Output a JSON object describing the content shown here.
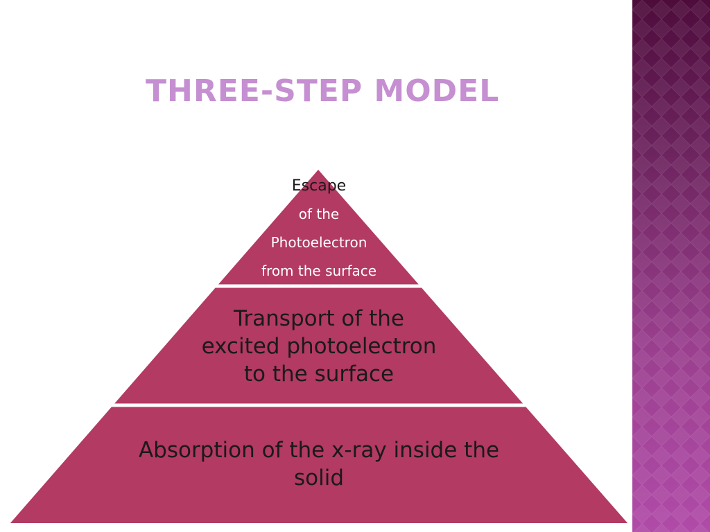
{
  "slide": {
    "title": "THREE-STEP MODEL"
  },
  "colors": {
    "title": "#c58fd1",
    "tier_fill": "#b33a62",
    "tier_separator": "#ffffff",
    "side_band_top": "#4e0c3c",
    "side_band_bottom": "#b04ba8"
  },
  "pyramid": {
    "top": {
      "lines": [
        "Escape",
        "of the",
        "Photoelectron",
        "from the surface"
      ]
    },
    "middle": {
      "lines": [
        "Transport of the",
        "excited photoelectron",
        "to the surface"
      ]
    },
    "bottom": {
      "lines": [
        "Absorption of the x-ray inside the",
        "solid"
      ]
    }
  }
}
